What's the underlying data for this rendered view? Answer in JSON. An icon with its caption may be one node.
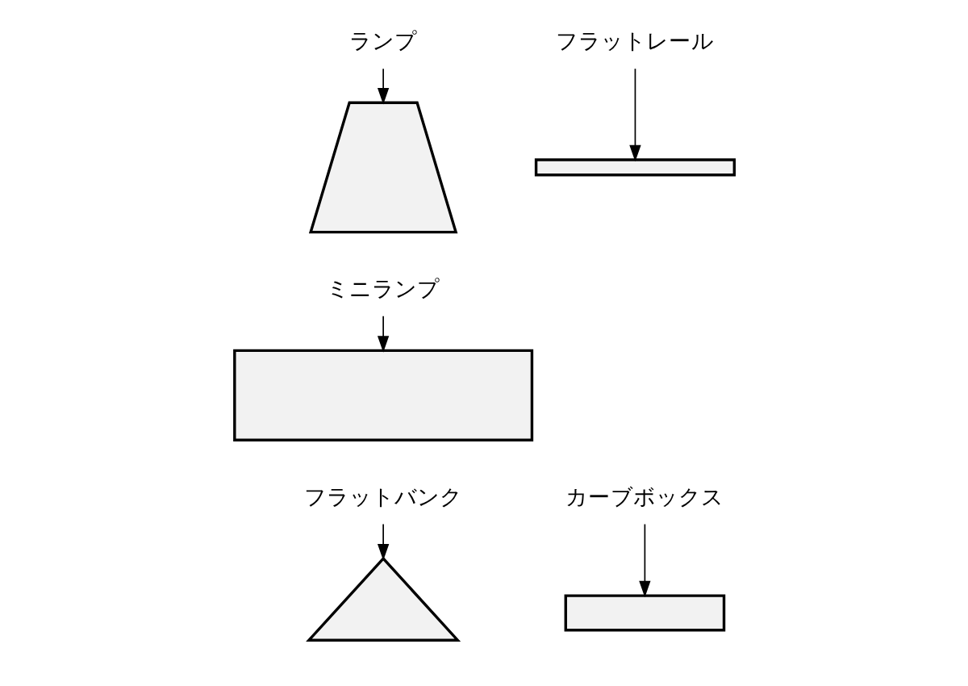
{
  "diagram": {
    "nodes": [
      {
        "text": [
          "ランプ"
        ]
      },
      {
        "text": [],
        "shape": "picture"
      },
      {
        "text": [
          "フラットレール"
        ]
      },
      {
        "text": [],
        "shape": "bar"
      },
      {
        "text": [
          "ミニランプ"
        ]
      },
      {
        "text": [],
        "shape": "box"
      },
      {
        "text": [
          "フラットバンク"
        ]
      },
      {
        "text": [],
        "shape": "picture"
      },
      {
        "text": [
          "カーブボックス"
        ]
      },
      {
        "text": [],
        "shape": "box"
      }
    ],
    "edges": [
      {
        "from": 0,
        "to": 1,
        "arrow": "to"
      },
      {
        "from": 2,
        "to": 3,
        "arrow": "to"
      },
      {
        "from": 4,
        "to": 5,
        "arrow": "to"
      },
      {
        "from": 6,
        "to": 7,
        "arrow": "to"
      },
      {
        "from": 8,
        "to": 9,
        "arrow": "to"
      }
    ]
  }
}
